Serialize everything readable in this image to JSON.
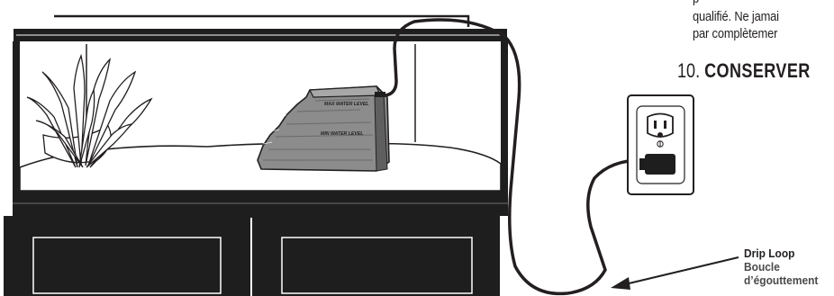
{
  "text": {
    "partial_line": "p",
    "line_qualifie": "qualifié. Ne jamai",
    "line_par": "par complètemer",
    "step_number": "10.",
    "step_word": "CONSERVER"
  },
  "labels": {
    "max_water_level": "MAX WATER LEVEL",
    "min_water_level": "MIN WATER LEVEL",
    "outlet_ground_symbol": "⏚"
  },
  "callout": {
    "drip_loop_en": "Drip Loop",
    "drip_loop_fr_1": "Boucle",
    "drip_loop_fr_2": "d’égouttement"
  },
  "colors": {
    "ink": "#231f20",
    "heater_gray": "#8c8c8c",
    "tank_black": "#1e1e1e",
    "substrate": "#ffffff"
  }
}
